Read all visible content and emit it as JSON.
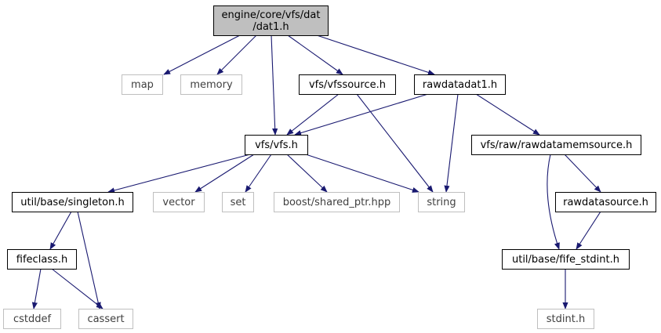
{
  "graph": {
    "nodes": [
      {
        "id": "dat1",
        "lines": [
          "engine/core/vfs/dat",
          "/dat1.h"
        ],
        "kind": "root"
      },
      {
        "id": "map",
        "lines": [
          "map"
        ],
        "kind": "ext"
      },
      {
        "id": "memory",
        "lines": [
          "memory"
        ],
        "kind": "ext"
      },
      {
        "id": "vfssource",
        "lines": [
          "vfs/vfssource.h"
        ],
        "kind": "inc"
      },
      {
        "id": "rawdatadat1",
        "lines": [
          "rawdatadat1.h"
        ],
        "kind": "inc"
      },
      {
        "id": "vfs",
        "lines": [
          "vfs/vfs.h"
        ],
        "kind": "inc"
      },
      {
        "id": "rawdatamemsource",
        "lines": [
          "vfs/raw/rawdatamemsource.h"
        ],
        "kind": "inc"
      },
      {
        "id": "singleton",
        "lines": [
          "util/base/singleton.h"
        ],
        "kind": "inc"
      },
      {
        "id": "vector",
        "lines": [
          "vector"
        ],
        "kind": "ext"
      },
      {
        "id": "set",
        "lines": [
          "set"
        ],
        "kind": "ext"
      },
      {
        "id": "shared_ptr",
        "lines": [
          "boost/shared_ptr.hpp"
        ],
        "kind": "ext"
      },
      {
        "id": "string",
        "lines": [
          "string"
        ],
        "kind": "ext"
      },
      {
        "id": "rawdatasource",
        "lines": [
          "rawdatasource.h"
        ],
        "kind": "inc"
      },
      {
        "id": "fifeclass",
        "lines": [
          "fifeclass.h"
        ],
        "kind": "inc"
      },
      {
        "id": "fife_stdint",
        "lines": [
          "util/base/fife_stdint.h"
        ],
        "kind": "inc"
      },
      {
        "id": "cstddef",
        "lines": [
          "cstddef"
        ],
        "kind": "ext"
      },
      {
        "id": "cassert",
        "lines": [
          "cassert"
        ],
        "kind": "ext"
      },
      {
        "id": "stdint",
        "lines": [
          "stdint.h"
        ],
        "kind": "ext"
      }
    ],
    "edges": [
      {
        "from": "dat1",
        "to": "map"
      },
      {
        "from": "dat1",
        "to": "memory"
      },
      {
        "from": "dat1",
        "to": "vfs"
      },
      {
        "from": "dat1",
        "to": "vfssource"
      },
      {
        "from": "dat1",
        "to": "rawdatadat1"
      },
      {
        "from": "vfssource",
        "to": "vfs"
      },
      {
        "from": "vfssource",
        "to": "string"
      },
      {
        "from": "rawdatadat1",
        "to": "vfs"
      },
      {
        "from": "rawdatadat1",
        "to": "string"
      },
      {
        "from": "rawdatadat1",
        "to": "rawdatamemsource"
      },
      {
        "from": "vfs",
        "to": "singleton"
      },
      {
        "from": "vfs",
        "to": "vector"
      },
      {
        "from": "vfs",
        "to": "set"
      },
      {
        "from": "vfs",
        "to": "shared_ptr"
      },
      {
        "from": "vfs",
        "to": "string"
      },
      {
        "from": "rawdatamemsource",
        "to": "rawdatasource"
      },
      {
        "from": "rawdatamemsource",
        "to": "fife_stdint"
      },
      {
        "from": "rawdatasource",
        "to": "fife_stdint"
      },
      {
        "from": "singleton",
        "to": "fifeclass"
      },
      {
        "from": "singleton",
        "to": "cassert"
      },
      {
        "from": "fifeclass",
        "to": "cstddef"
      },
      {
        "from": "fifeclass",
        "to": "cassert"
      },
      {
        "from": "fife_stdint",
        "to": "stdint"
      }
    ],
    "colors": {
      "edge": "#191970",
      "root_fill": "#bfbfbf",
      "external_border": "#bfbfbf",
      "internal_border": "#000000"
    }
  }
}
